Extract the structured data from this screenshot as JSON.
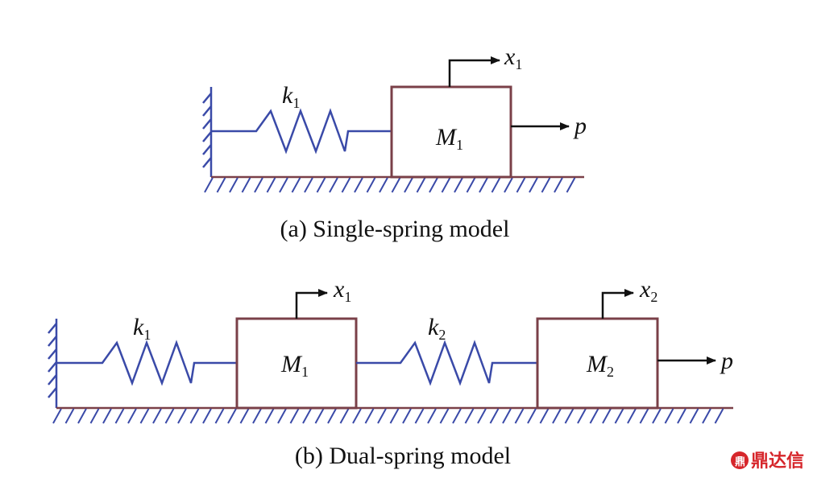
{
  "caption_a": "(a) Single-spring model",
  "caption_b": "(b) Dual-spring model",
  "watermark": "鼎达信",
  "model_a": {
    "spring": {
      "symbol": "k",
      "sub": "1"
    },
    "mass": {
      "symbol": "M",
      "sub": "1"
    },
    "displacement": {
      "symbol": "x",
      "sub": "1"
    },
    "force": {
      "symbol": "p"
    }
  },
  "model_b": {
    "spring1": {
      "symbol": "k",
      "sub": "1"
    },
    "mass1": {
      "symbol": "M",
      "sub": "1"
    },
    "disp1": {
      "symbol": "x",
      "sub": "1"
    },
    "spring2": {
      "symbol": "k",
      "sub": "2"
    },
    "mass2": {
      "symbol": "M",
      "sub": "2"
    },
    "disp2": {
      "symbol": "x",
      "sub": "2"
    },
    "force": {
      "symbol": "p"
    }
  },
  "colors": {
    "spring": "#3a4aa8",
    "mass": "#7a4048",
    "ground": "#3a4aa8",
    "arrow": "#111111",
    "watermark": "#d6262b"
  }
}
